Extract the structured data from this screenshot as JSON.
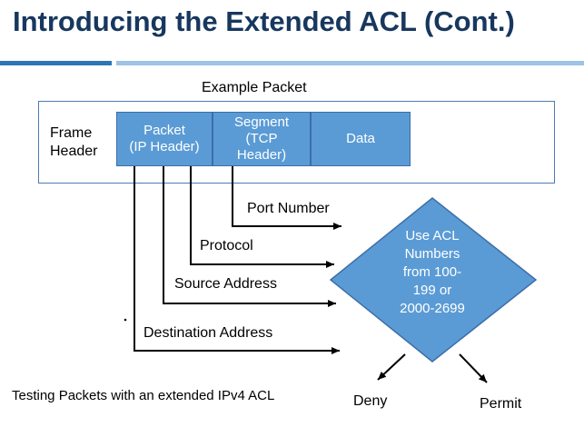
{
  "slide": {
    "title": "Introducing the Extended ACL (Cont.)"
  },
  "diagram": {
    "packet_label": "Example Packet",
    "frame_header": "Frame\nHeader",
    "fields": {
      "ip_header": "Packet\n(IP Header)",
      "segment": "Segment\n(TCP\nHeader)",
      "data": "Data"
    },
    "arrows": {
      "port_number": "Port Number",
      "protocol": "Protocol",
      "source_address": "Source Address",
      "destination_address": "Destination Address"
    },
    "decision": "Use ACL\nNumbers\nfrom 100-\n199 or\n2000-2699",
    "outcomes": {
      "deny": "Deny",
      "permit": "Permit"
    },
    "caption": "Testing Packets with an extended IPv4 ACL"
  },
  "colors": {
    "title": "#17375e",
    "accent_dark": "#2e75b6",
    "accent_light": "#9dc3e6",
    "shape_fill": "#5b9bd5"
  }
}
